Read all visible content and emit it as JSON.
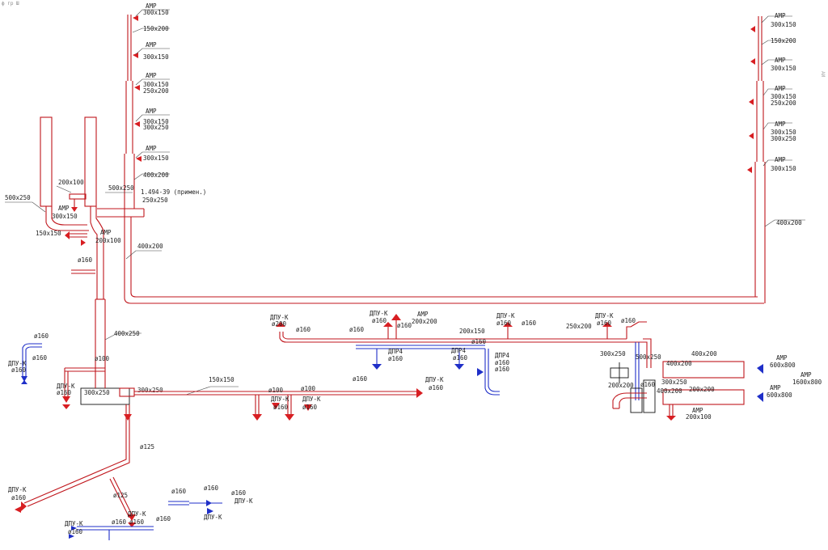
{
  "corner": {
    "text": "ф    гр Ш"
  },
  "side_mark": "АИ",
  "labels": [
    {
      "id": "l1",
      "text": "АМР"
    },
    {
      "id": "l2",
      "text": "300x150"
    },
    {
      "id": "l3",
      "text": "150x200"
    },
    {
      "id": "l4",
      "text": "АМР"
    },
    {
      "id": "l5",
      "text": "300x150"
    },
    {
      "id": "l6",
      "text": "АМР"
    },
    {
      "id": "l7",
      "text": "300x150"
    },
    {
      "id": "l8",
      "text": "250x200"
    },
    {
      "id": "l9",
      "text": "АМР"
    },
    {
      "id": "l10",
      "text": "300x150"
    },
    {
      "id": "l11",
      "text": "300x250"
    },
    {
      "id": "l12",
      "text": "АМР"
    },
    {
      "id": "l13",
      "text": "300x150"
    },
    {
      "id": "l14",
      "text": "400x200"
    },
    {
      "id": "l15",
      "text": "200x100"
    },
    {
      "id": "l16",
      "text": "500x250"
    },
    {
      "id": "l17",
      "text": "1.494-39 (примен.)"
    },
    {
      "id": "l18",
      "text": "250x250"
    },
    {
      "id": "l19",
      "text": "500x250"
    },
    {
      "id": "l20",
      "text": "АМР"
    },
    {
      "id": "l21",
      "text": "300x150"
    },
    {
      "id": "l22",
      "text": "150x150"
    },
    {
      "id": "l23",
      "text": "АМР"
    },
    {
      "id": "l24",
      "text": "200x100"
    },
    {
      "id": "l25",
      "text": "400x200"
    },
    {
      "id": "l26",
      "text": "ø160"
    },
    {
      "id": "l27",
      "text": "400x250"
    },
    {
      "id": "l28",
      "text": "ø100"
    },
    {
      "id": "l29",
      "text": "ø160"
    },
    {
      "id": "l30",
      "text": "ø160"
    },
    {
      "id": "l31",
      "text": "ДПУ-К"
    },
    {
      "id": "l32",
      "text": "ø160"
    },
    {
      "id": "l33",
      "text": "ДПУ-К"
    },
    {
      "id": "l34",
      "text": "ø160"
    },
    {
      "id": "l35",
      "text": "300x250"
    },
    {
      "id": "l36",
      "text": "300x250"
    },
    {
      "id": "l37",
      "text": "150x150"
    },
    {
      "id": "l38",
      "text": "ø100"
    },
    {
      "id": "l39",
      "text": "ø100"
    },
    {
      "id": "l40",
      "text": "ø160"
    },
    {
      "id": "l41",
      "text": "ДПУ-К"
    },
    {
      "id": "l42",
      "text": "ø160"
    },
    {
      "id": "l43",
      "text": "ДПУ-К"
    },
    {
      "id": "l44",
      "text": "ø160"
    },
    {
      "id": "l45",
      "text": "ДПУ-К"
    },
    {
      "id": "l46",
      "text": "ø160"
    },
    {
      "id": "l47",
      "text": "ø125"
    },
    {
      "id": "l48",
      "text": "ДПУ-К"
    },
    {
      "id": "l49",
      "text": "ø160"
    },
    {
      "id": "l50",
      "text": "ø125"
    },
    {
      "id": "l51",
      "text": "ДПУ-К"
    },
    {
      "id": "l52",
      "text": "ø160"
    },
    {
      "id": "l53",
      "text": "ø160"
    },
    {
      "id": "l54",
      "text": "ø160"
    },
    {
      "id": "l55",
      "text": "ДПУ-К"
    },
    {
      "id": "l56",
      "text": "ø160"
    },
    {
      "id": "l57",
      "text": "ø160"
    },
    {
      "id": "l58",
      "text": "ø160"
    },
    {
      "id": "l59",
      "text": "ДПУ-К"
    },
    {
      "id": "l60",
      "text": "ø160"
    },
    {
      "id": "l61",
      "text": "ДПУ-К"
    },
    {
      "id": "l62",
      "text": "ø200"
    },
    {
      "id": "l63",
      "text": "ø160"
    },
    {
      "id": "l64",
      "text": "ø160"
    },
    {
      "id": "l65",
      "text": "ДПУ-К"
    },
    {
      "id": "l66",
      "text": "ø160"
    },
    {
      "id": "l67",
      "text": "ø160"
    },
    {
      "id": "l68",
      "text": "АМР"
    },
    {
      "id": "l69",
      "text": "200x200"
    },
    {
      "id": "l70",
      "text": "200x150"
    },
    {
      "id": "l71",
      "text": "ДПР4"
    },
    {
      "id": "l72",
      "text": "ø160"
    },
    {
      "id": "l73",
      "text": "ø160"
    },
    {
      "id": "l74",
      "text": "ДПР4"
    },
    {
      "id": "l75",
      "text": "ø160"
    },
    {
      "id": "l76",
      "text": "ДПР4"
    },
    {
      "id": "l77",
      "text": "ø160"
    },
    {
      "id": "l78",
      "text": "ø160"
    },
    {
      "id": "l79",
      "text": "ДПУ-К"
    },
    {
      "id": "l80",
      "text": "ø160"
    },
    {
      "id": "l81",
      "text": "ø160"
    },
    {
      "id": "l82",
      "text": "250x200"
    },
    {
      "id": "l83",
      "text": "ДПУ-К"
    },
    {
      "id": "l84",
      "text": "ø160"
    },
    {
      "id": "l85",
      "text": "ø160"
    },
    {
      "id": "l86",
      "text": "300x250"
    },
    {
      "id": "l87",
      "text": "500x250"
    },
    {
      "id": "l88",
      "text": "400x200"
    },
    {
      "id": "l89",
      "text": "400x200"
    },
    {
      "id": "l90",
      "text": "ø160"
    },
    {
      "id": "l91",
      "text": "300x250"
    },
    {
      "id": "l92",
      "text": "200x200"
    },
    {
      "id": "l93",
      "text": "400x200"
    },
    {
      "id": "l94",
      "text": "200x200"
    },
    {
      "id": "l95",
      "text": "АМР"
    },
    {
      "id": "l96",
      "text": "200x100"
    },
    {
      "id": "l97",
      "text": "АМР"
    },
    {
      "id": "l98",
      "text": "600x800"
    },
    {
      "id": "l99",
      "text": "АМР"
    },
    {
      "id": "l100",
      "text": "1600x800"
    },
    {
      "id": "l101",
      "text": "АМР"
    },
    {
      "id": "l102",
      "text": "600x800"
    },
    {
      "id": "r1",
      "text": "АМР"
    },
    {
      "id": "r2",
      "text": "300x150"
    },
    {
      "id": "r3",
      "text": "150x200"
    },
    {
      "id": "r4",
      "text": "АМР"
    },
    {
      "id": "r5",
      "text": "300x150"
    },
    {
      "id": "r6",
      "text": "АМР"
    },
    {
      "id": "r7",
      "text": "300x150"
    },
    {
      "id": "r8",
      "text": "250x200"
    },
    {
      "id": "r9",
      "text": "АМР"
    },
    {
      "id": "r10",
      "text": "300x150"
    },
    {
      "id": "r11",
      "text": "300x250"
    },
    {
      "id": "r12",
      "text": "АМР"
    },
    {
      "id": "r13",
      "text": "300x150"
    },
    {
      "id": "r14",
      "text": "400x200"
    }
  ]
}
